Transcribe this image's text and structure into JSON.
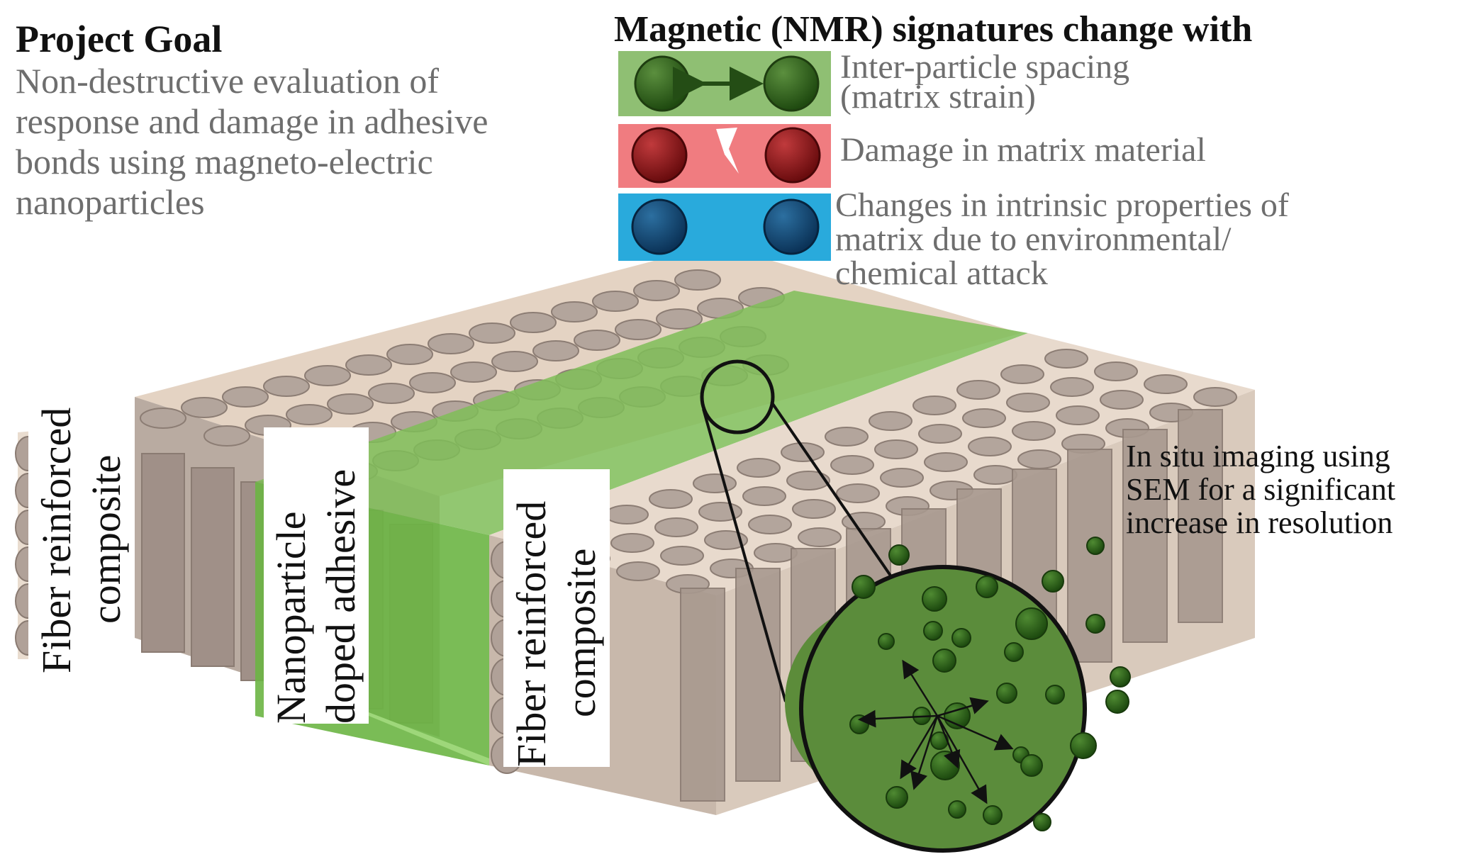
{
  "project_goal": {
    "title": "Project Goal",
    "lines": [
      "Non-destructive evaluation of",
      "response and damage in adhesive",
      "bonds using magneto-electric",
      "nanoparticles"
    ]
  },
  "nmr_legend": {
    "title": "Magnetic (NMR) signatures change with",
    "items": [
      {
        "lines": [
          "Inter-particle spacing",
          "(matrix strain)"
        ],
        "color": "#8fbf73",
        "particle": "#2c5a18"
      },
      {
        "lines": [
          "Damage in matrix material"
        ],
        "color": "#f07c80",
        "particle": "#8b1416"
      },
      {
        "lines": [
          "Changes in intrinsic properties of",
          "matrix due to environmental/",
          "chemical attack"
        ],
        "color": "#29aadc",
        "particle": "#0e4774"
      }
    ]
  },
  "labels": {
    "left_composite": [
      "Fiber reinforced",
      "composite"
    ],
    "adhesive": [
      "Nanoparticle",
      "doped adhesive"
    ],
    "right_composite": [
      "Fiber reinforced",
      "composite"
    ]
  },
  "sem_note": {
    "lines": [
      "In situ imaging using",
      "SEM for a significant",
      "increase in resolution"
    ]
  },
  "colors": {
    "fiber": "#a09088",
    "matrix": "#eadccf",
    "adhesive": "#5fae3a",
    "zoom": "#5c8c3a",
    "nanoparticle": "#2d6a1c"
  }
}
